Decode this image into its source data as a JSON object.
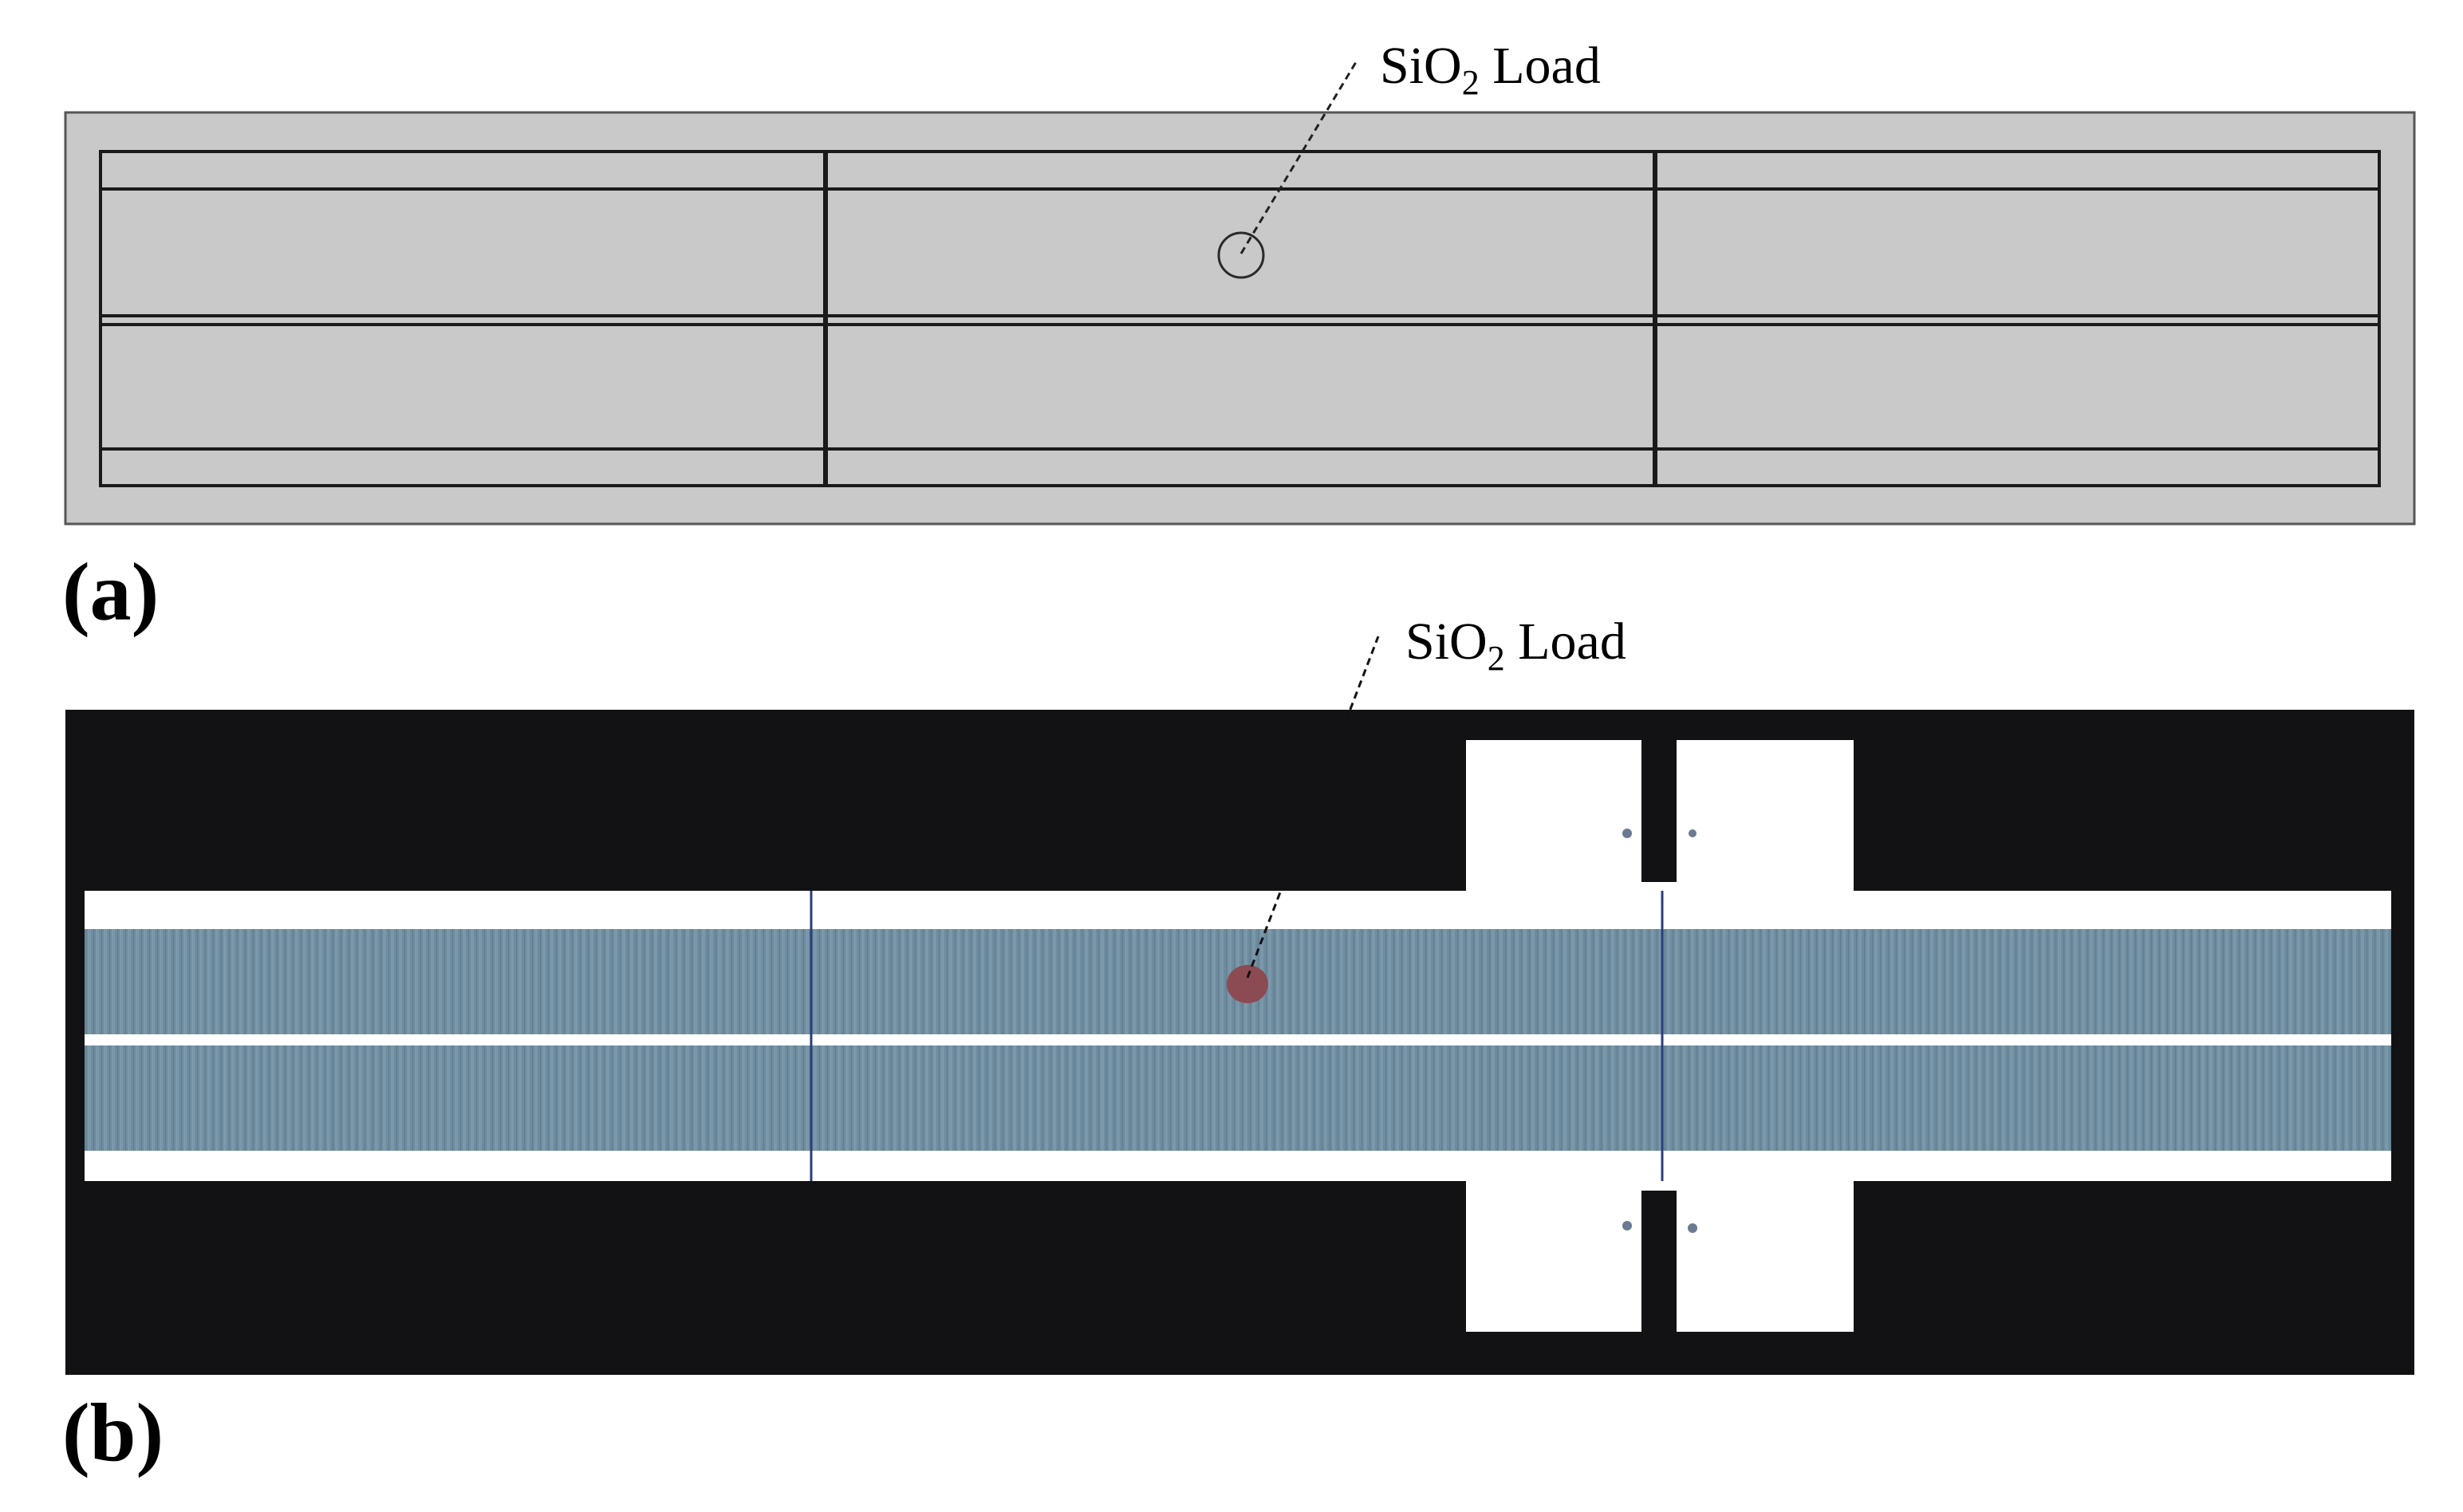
{
  "panel_a": {
    "label": "(a)",
    "callout": {
      "base": "SiO",
      "subscript": "2",
      "suffix": " Load"
    },
    "colors": {
      "fill": "#c9c9c9",
      "line": "#1a1a1a"
    }
  },
  "panel_b": {
    "label": "(b)",
    "callout": {
      "base": "SiO",
      "subscript": "2",
      "suffix": " Load"
    },
    "colors": {
      "background": "#121214",
      "metal": "#ffffff",
      "slot": "#6e8c9e",
      "load": "#8c4a52",
      "boundary": "#2a3f7a"
    }
  }
}
